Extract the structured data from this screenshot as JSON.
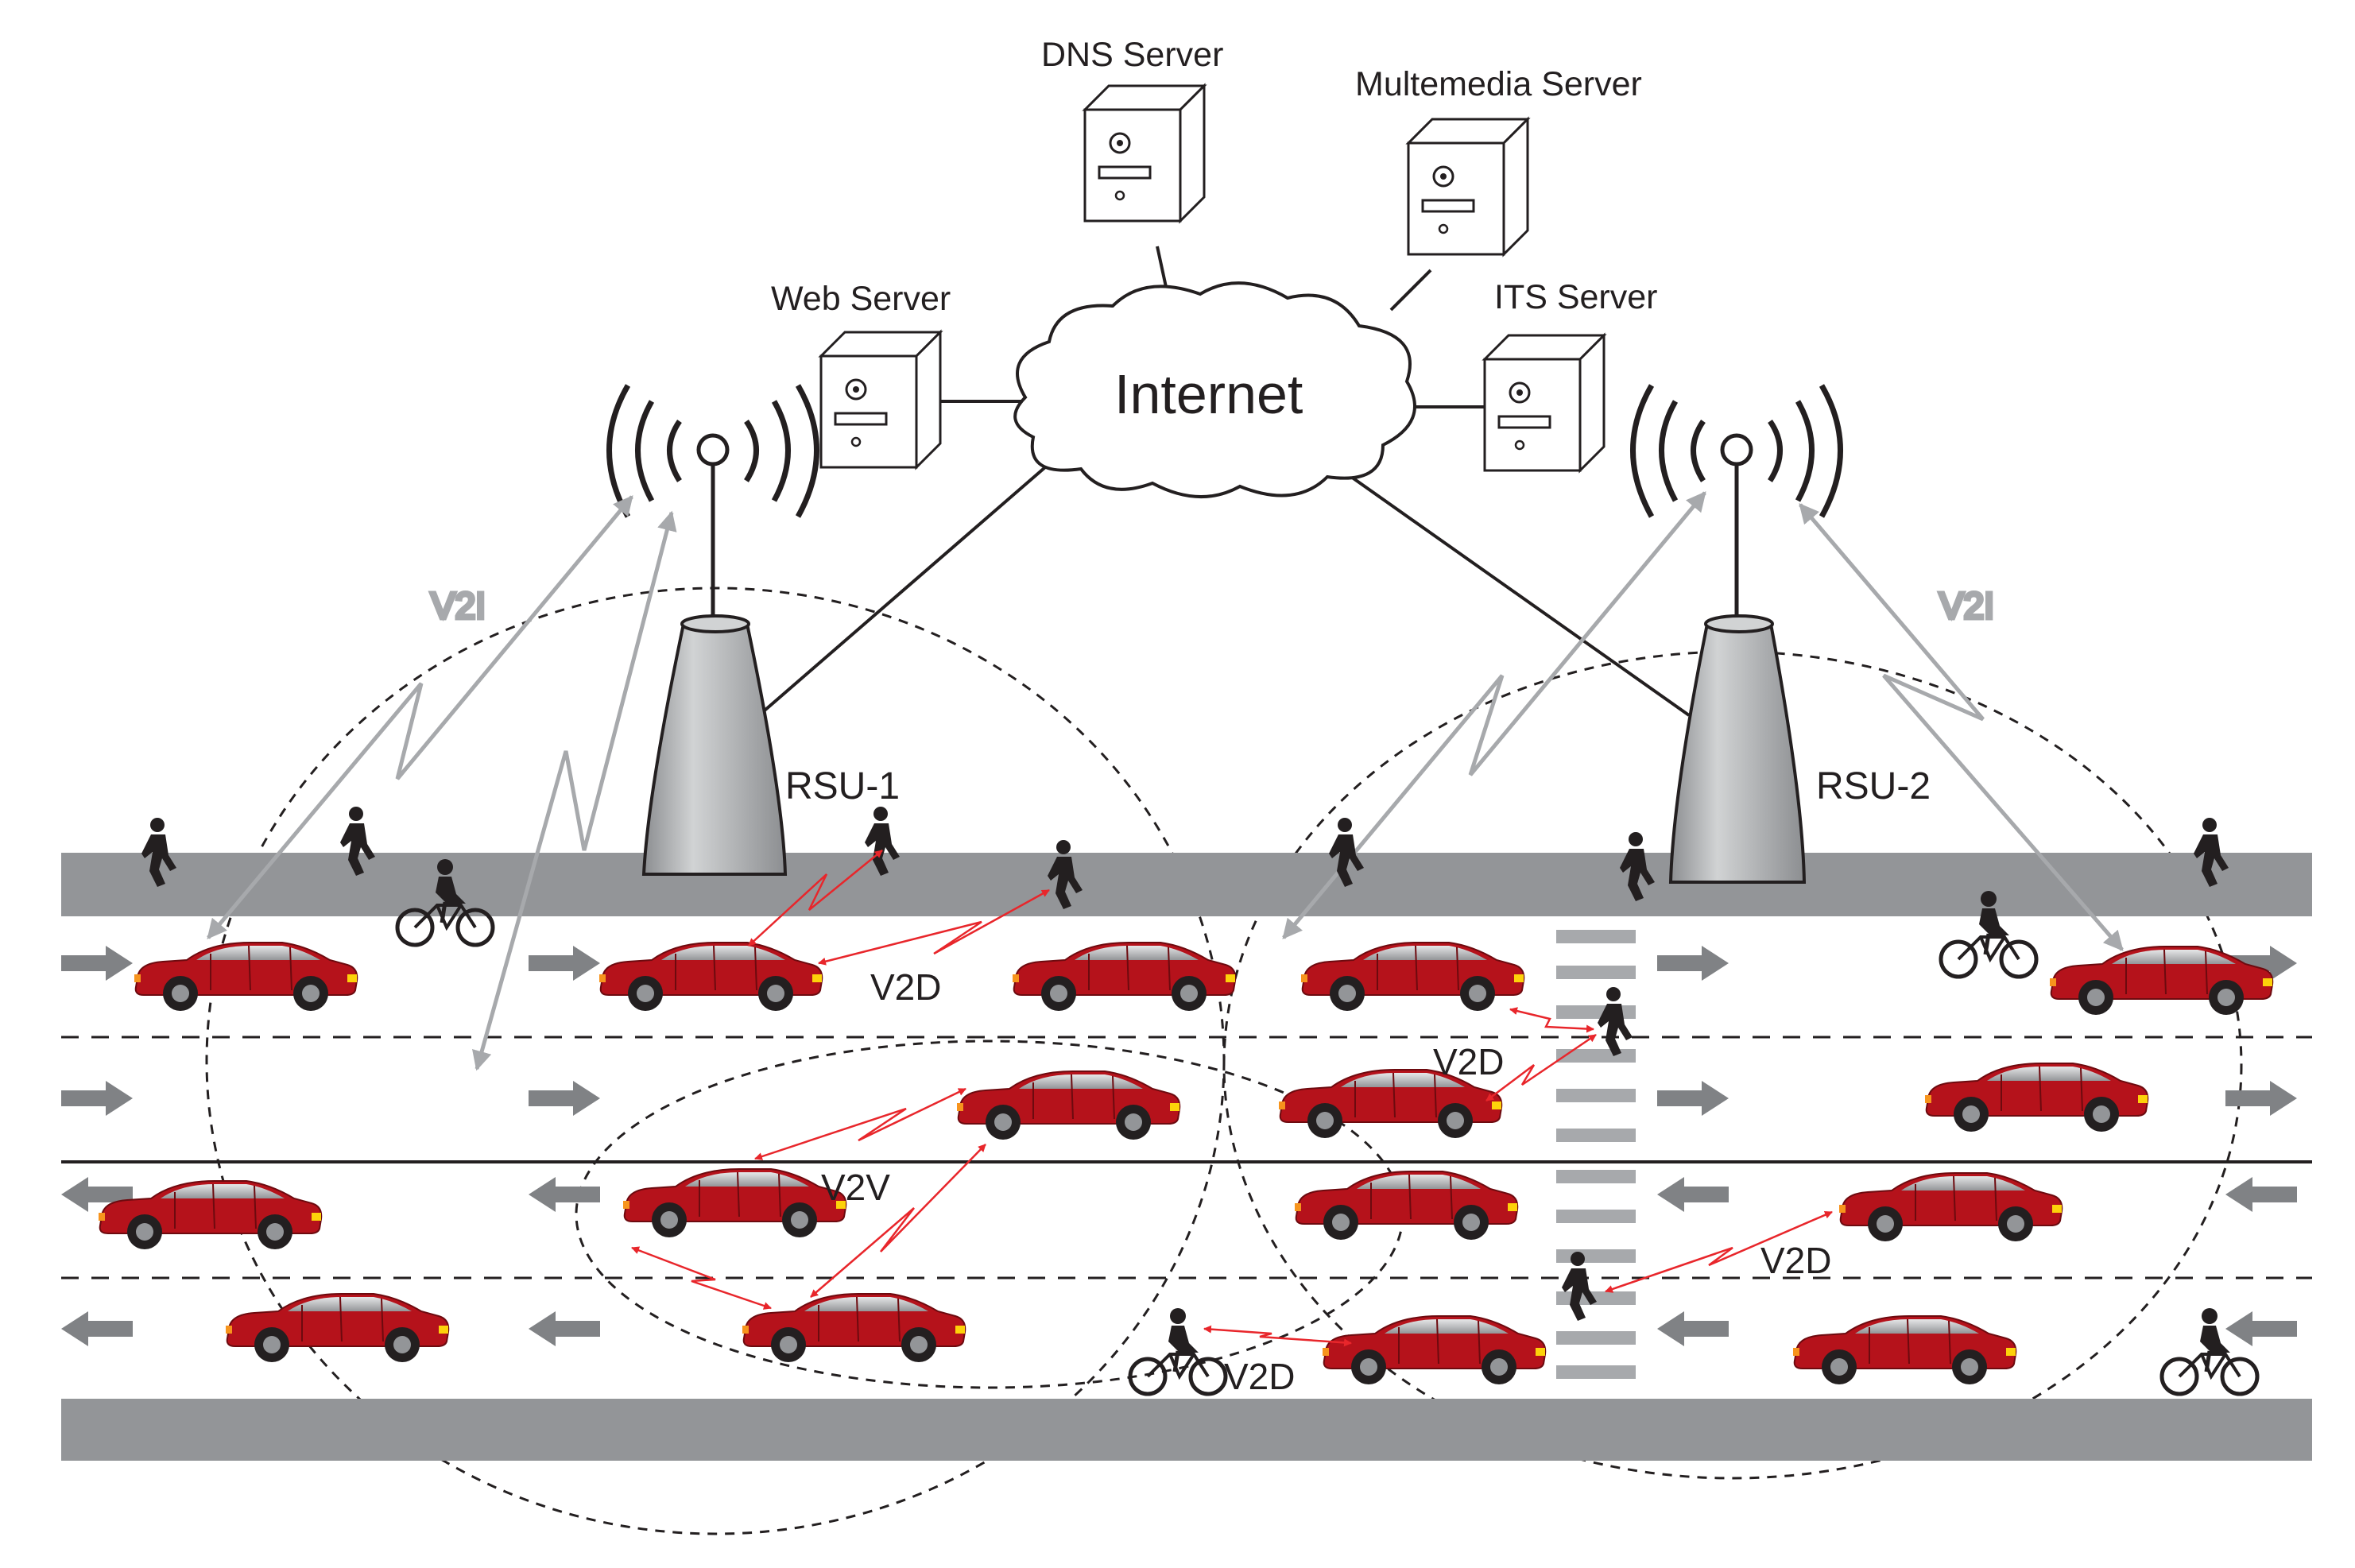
{
  "servers": {
    "dns": "DNS Server",
    "multimedia": "Multemedia Server",
    "web": "Web Server",
    "its": "ITS Server"
  },
  "cloud": {
    "label": "Internet"
  },
  "rsus": {
    "rsu1": "RSU-1",
    "rsu2": "RSU-2"
  },
  "links": {
    "v2i_left": "V2I",
    "v2i_right": "V2I",
    "v2d_top": "V2D",
    "v2v": "V2V",
    "v2d_mid": "V2D",
    "v2d_right": "V2D",
    "v2d_bottom": "V2D"
  },
  "colors": {
    "car_body": "#b5121b",
    "car_top": "#c8c9ca",
    "road_curb": "#939598",
    "tower": "#b3b5b8",
    "v2i_link": "#a7a9ac",
    "v2d_v2v_link": "#e8262b",
    "arrow": "#808285"
  }
}
